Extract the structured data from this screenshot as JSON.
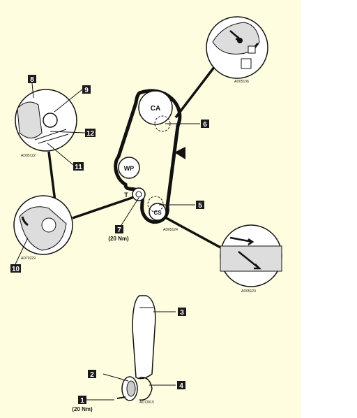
{
  "diagram": {
    "sprocket_labels": {
      "camshaft": "CA",
      "water_pump": "WP",
      "crankshaft": "CS",
      "tensioner": "T"
    },
    "callouts": [
      {
        "id": "c1",
        "number": "1"
      },
      {
        "id": "c2",
        "number": "2"
      },
      {
        "id": "c3",
        "number": "3"
      },
      {
        "id": "c4",
        "number": "4"
      },
      {
        "id": "c5",
        "number": "5"
      },
      {
        "id": "c6",
        "number": "6"
      },
      {
        "id": "c7",
        "number": "7"
      },
      {
        "id": "c8",
        "number": "8"
      },
      {
        "id": "c9",
        "number": "9"
      },
      {
        "id": "c10",
        "number": "10"
      },
      {
        "id": "c11",
        "number": "11"
      },
      {
        "id": "c12",
        "number": "12"
      }
    ],
    "torque_labels": {
      "tensioner": "(20 Nm)",
      "pulley_bolt": "(20 Nm)"
    },
    "figure_codes": {
      "top_right": "AD05136",
      "top_left": "AD05122",
      "belt": "AD05124",
      "left": "AD70229",
      "right": "AD05123",
      "bottom": "AD72015"
    }
  }
}
